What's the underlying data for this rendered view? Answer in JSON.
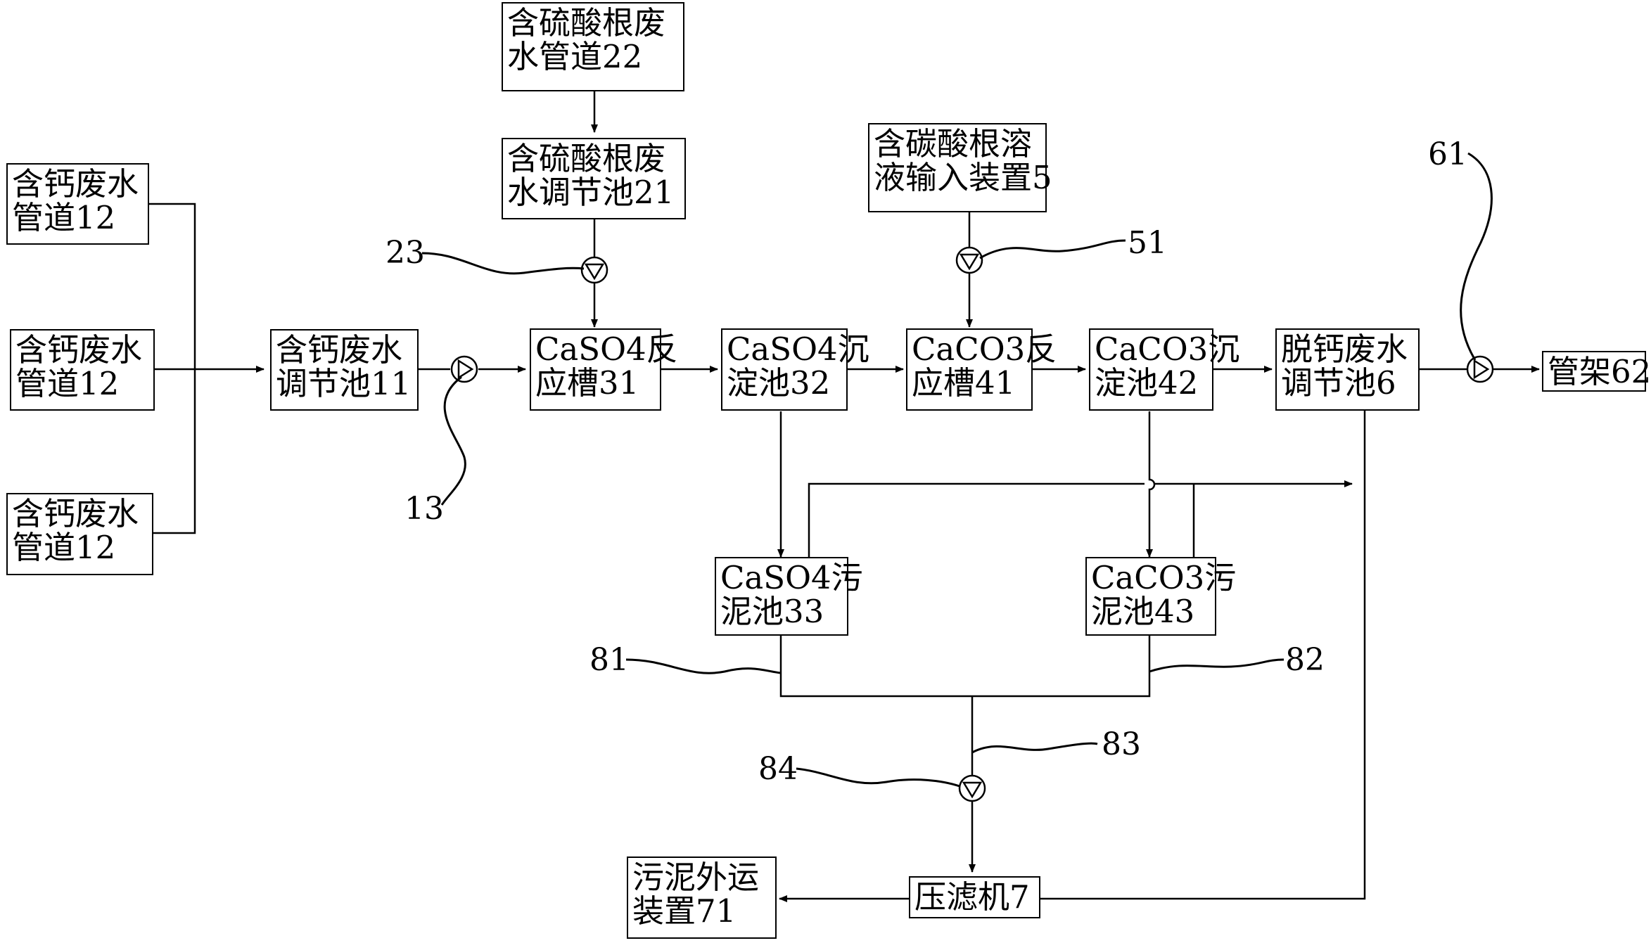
{
  "boxes": {
    "ca_pipe_1": {
      "line1": "含钙废水",
      "line2": "管道12"
    },
    "ca_pipe_2": {
      "line1": "含钙废水",
      "line2": "管道12"
    },
    "ca_pipe_3": {
      "line1": "含钙废水",
      "line2": "管道12"
    },
    "ca_tank_11": {
      "line1": "含钙废水",
      "line2": "调节池11"
    },
    "sulfate_pipe_22": {
      "line1": "含硫酸根废",
      "line2": "水管道22"
    },
    "sulfate_tank_21": {
      "line1": "含硫酸根废",
      "line2": "水调节池21"
    },
    "caso4_reactor_31": {
      "line1": "CaSO4反",
      "line2": "应槽31"
    },
    "caso4_settler_32": {
      "line1": "CaSO4沉",
      "line2": "淀池32"
    },
    "carbonate_input_5": {
      "line1": "含碳酸根溶",
      "line2": "液输入装置5"
    },
    "caco3_reactor_41": {
      "line1": "CaCO3反",
      "line2": "应槽41"
    },
    "caco3_settler_42": {
      "line1": "CaCO3沉",
      "line2": "淀池42"
    },
    "decal_tank_6": {
      "line1": "脱钙废水",
      "line2": "调节池6"
    },
    "pipe_rack_62": {
      "line1": "管架62"
    },
    "caso4_sludge_33": {
      "line1": "CaSO4污",
      "line2": "泥池33"
    },
    "caco3_sludge_43": {
      "line1": "CaCO3污",
      "line2": "泥池43"
    },
    "filter_press_7": {
      "line1": "压滤机7"
    },
    "sludge_transport_71": {
      "line1": "污泥外运",
      "line2": "装置71"
    }
  },
  "refs": {
    "r13": "13",
    "r23": "23",
    "r51": "51",
    "r61": "61",
    "r81": "81",
    "r82": "82",
    "r83": "83",
    "r84": "84"
  }
}
